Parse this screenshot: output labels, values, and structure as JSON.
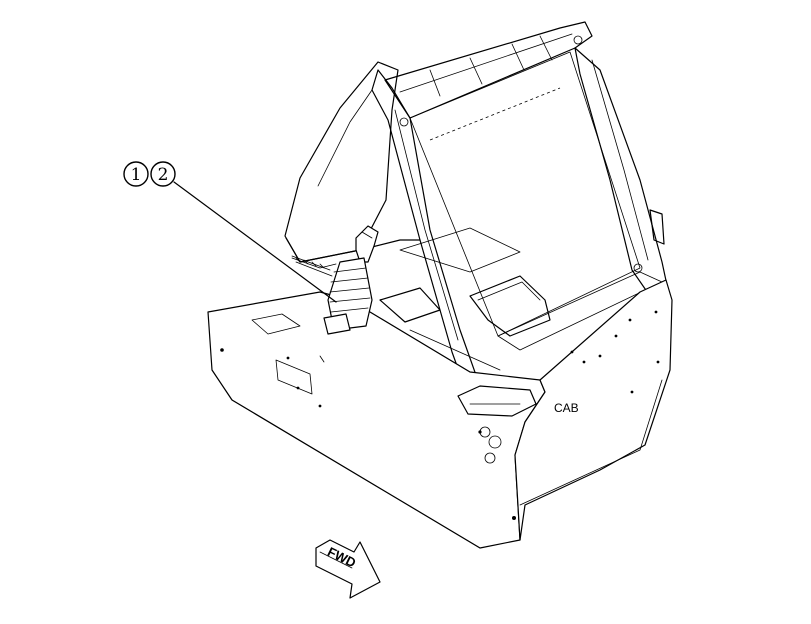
{
  "callouts": [
    {
      "id": "1",
      "label": "1"
    },
    {
      "id": "2",
      "label": "2"
    }
  ],
  "labels": {
    "cab": "CAB",
    "fwd": "FWD"
  },
  "colors": {
    "line": "#000000",
    "background": "#ffffff"
  }
}
